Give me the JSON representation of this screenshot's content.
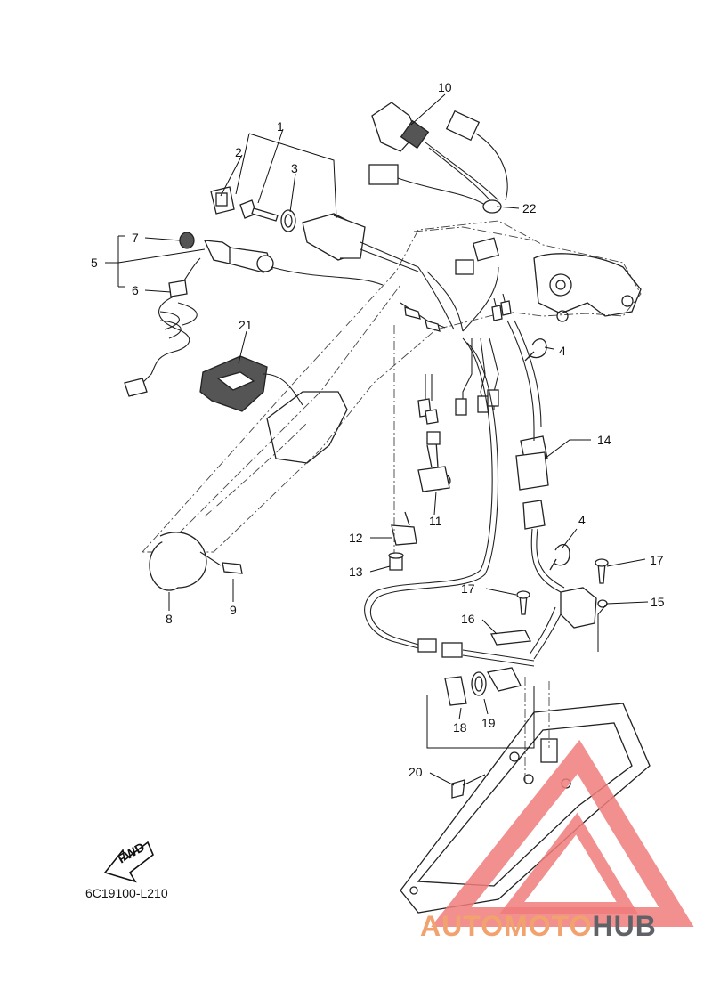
{
  "diagram": {
    "labels": [
      {
        "id": "1",
        "text": "1"
      },
      {
        "id": "2",
        "text": "2"
      },
      {
        "id": "3",
        "text": "3"
      },
      {
        "id": "4a",
        "text": "4"
      },
      {
        "id": "4b",
        "text": "4"
      },
      {
        "id": "5",
        "text": "5"
      },
      {
        "id": "6",
        "text": "6"
      },
      {
        "id": "7",
        "text": "7"
      },
      {
        "id": "8",
        "text": "8"
      },
      {
        "id": "9",
        "text": "9"
      },
      {
        "id": "10",
        "text": "10"
      },
      {
        "id": "11",
        "text": "11"
      },
      {
        "id": "12",
        "text": "12"
      },
      {
        "id": "13",
        "text": "13"
      },
      {
        "id": "14",
        "text": "14"
      },
      {
        "id": "15",
        "text": "15"
      },
      {
        "id": "16",
        "text": "16"
      },
      {
        "id": "17a",
        "text": "17"
      },
      {
        "id": "17b",
        "text": "17"
      },
      {
        "id": "18",
        "text": "18"
      },
      {
        "id": "19",
        "text": "19"
      },
      {
        "id": "20",
        "text": "20"
      },
      {
        "id": "21",
        "text": "21"
      },
      {
        "id": "22",
        "text": "22"
      }
    ],
    "direction_text": "FWD",
    "reference_code": "6C19100-L210"
  },
  "watermark": {
    "part1": "AUTOMOTO",
    "part2": "HUB",
    "colors": {
      "accent": "#f2a26e",
      "dark": "#5f6368",
      "logo": "#f07b7b"
    }
  }
}
